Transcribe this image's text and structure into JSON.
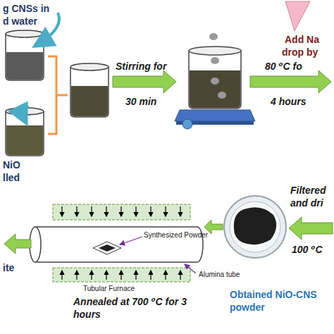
{
  "diagram": {
    "labels": [
      "g CNSs in",
      "d water",
      "NiO",
      "lled",
      "Stirring for",
      "30 min",
      "Add Na",
      "drop by",
      "80 ⁰C fo",
      "4 hours",
      "Filtered",
      "and dri",
      "100 ⁰C",
      "Obtained NiO-CNS",
      "powder",
      "Synthesized Powder",
      "Alumina tube",
      "Tubular Furnace",
      "Annealed at 700 ⁰C for 3",
      "hours",
      "ite"
    ]
  }
}
